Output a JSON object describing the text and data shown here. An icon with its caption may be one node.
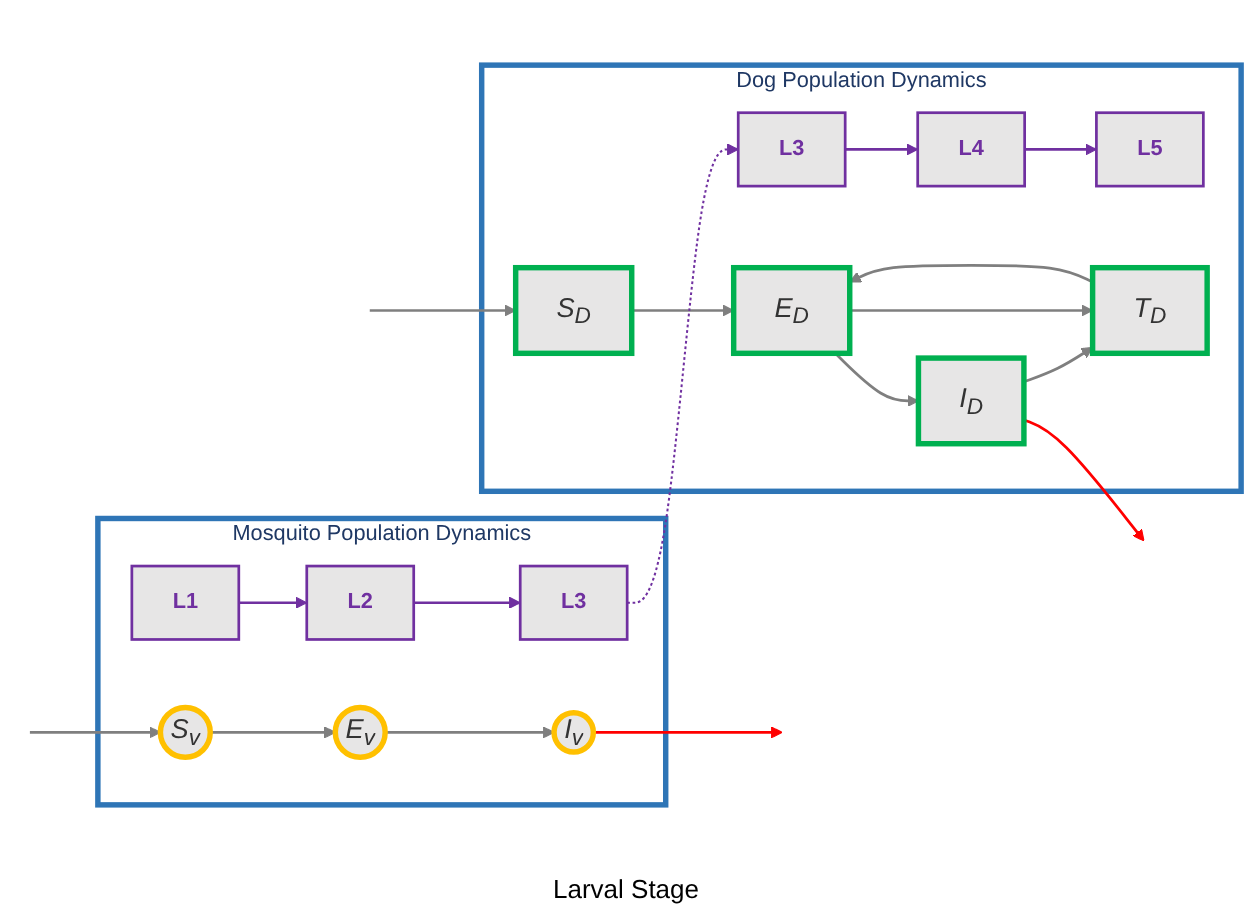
{
  "diagram": {
    "nodes": [
      {
        "text": [
          "Dog Population Dynamics"
        ]
      },
      {
        "text": [
          "L3"
        ],
        "in": 0
      },
      {
        "text": [
          "L4"
        ],
        "in": 0
      },
      {
        "text": [
          "L5"
        ],
        "in": 0
      },
      {
        "text": [
          "S$_{D}$"
        ],
        "in": 0
      },
      {
        "text": [
          "E$_{D}$"
        ],
        "in": 0
      },
      {
        "text": [
          "I$_{D}$"
        ],
        "in": 0
      },
      {
        "text": [
          "T$_{D}$"
        ],
        "in": 0
      },
      {
        "text": [
          "Mosquito Population Dynamics"
        ]
      },
      {
        "text": [
          "S$_{v}$"
        ],
        "in": 8
      },
      {
        "text": [
          "E$_{v}$"
        ],
        "in": 8
      },
      {
        "text": [
          "I$_{v}$"
        ],
        "in": 8
      },
      {
        "text": [
          "L1"
        ],
        "in": 8
      },
      {
        "text": [
          "L2"
        ],
        "in": 8
      },
      {
        "text": [
          "L3"
        ],
        "in": 8
      }
    ],
    "edges": [
      {
        "from": 1,
        "to": 2,
        "arrow": "to",
        "color": "#7030a0"
      },
      {
        "from": 2,
        "to": 3,
        "arrow": "to",
        "color": "#7030a0"
      },
      {
        "from": null,
        "to": 4,
        "arrow": "to"
      },
      {
        "from": 4,
        "to": 5,
        "arrow": "to"
      },
      {
        "from": 5,
        "to": 6,
        "arrow": "to"
      },
      {
        "from": 6,
        "to": 7,
        "arrow": "to"
      },
      {
        "from": 7,
        "to": 5,
        "arrow": "to"
      },
      {
        "from": 5,
        "to": 7,
        "arrow": "to"
      },
      {
        "from": null,
        "to": 9,
        "arrow": "to"
      },
      {
        "from": 9,
        "to": 10,
        "arrow": "to"
      },
      {
        "from": 10,
        "to": 11,
        "arrow": "to"
      },
      {
        "from": 12,
        "to": 13,
        "arrow": "to",
        "color": "#7030a0"
      },
      {
        "from": 13,
        "to": 14,
        "arrow": "to",
        "color": "#7030a0"
      },
      {
        "from": 14,
        "to": 1,
        "arrow": "to",
        "style": "dashed",
        "color": "#7030a0"
      },
      {
        "from": 11,
        "to": null,
        "arrow": "to",
        "color": "#ff0000"
      },
      {
        "from": 6,
        "to": null,
        "arrow": "to",
        "color": "#ff0000"
      }
    ],
    "labels": [
      "Larval Stage"
    ]
  }
}
